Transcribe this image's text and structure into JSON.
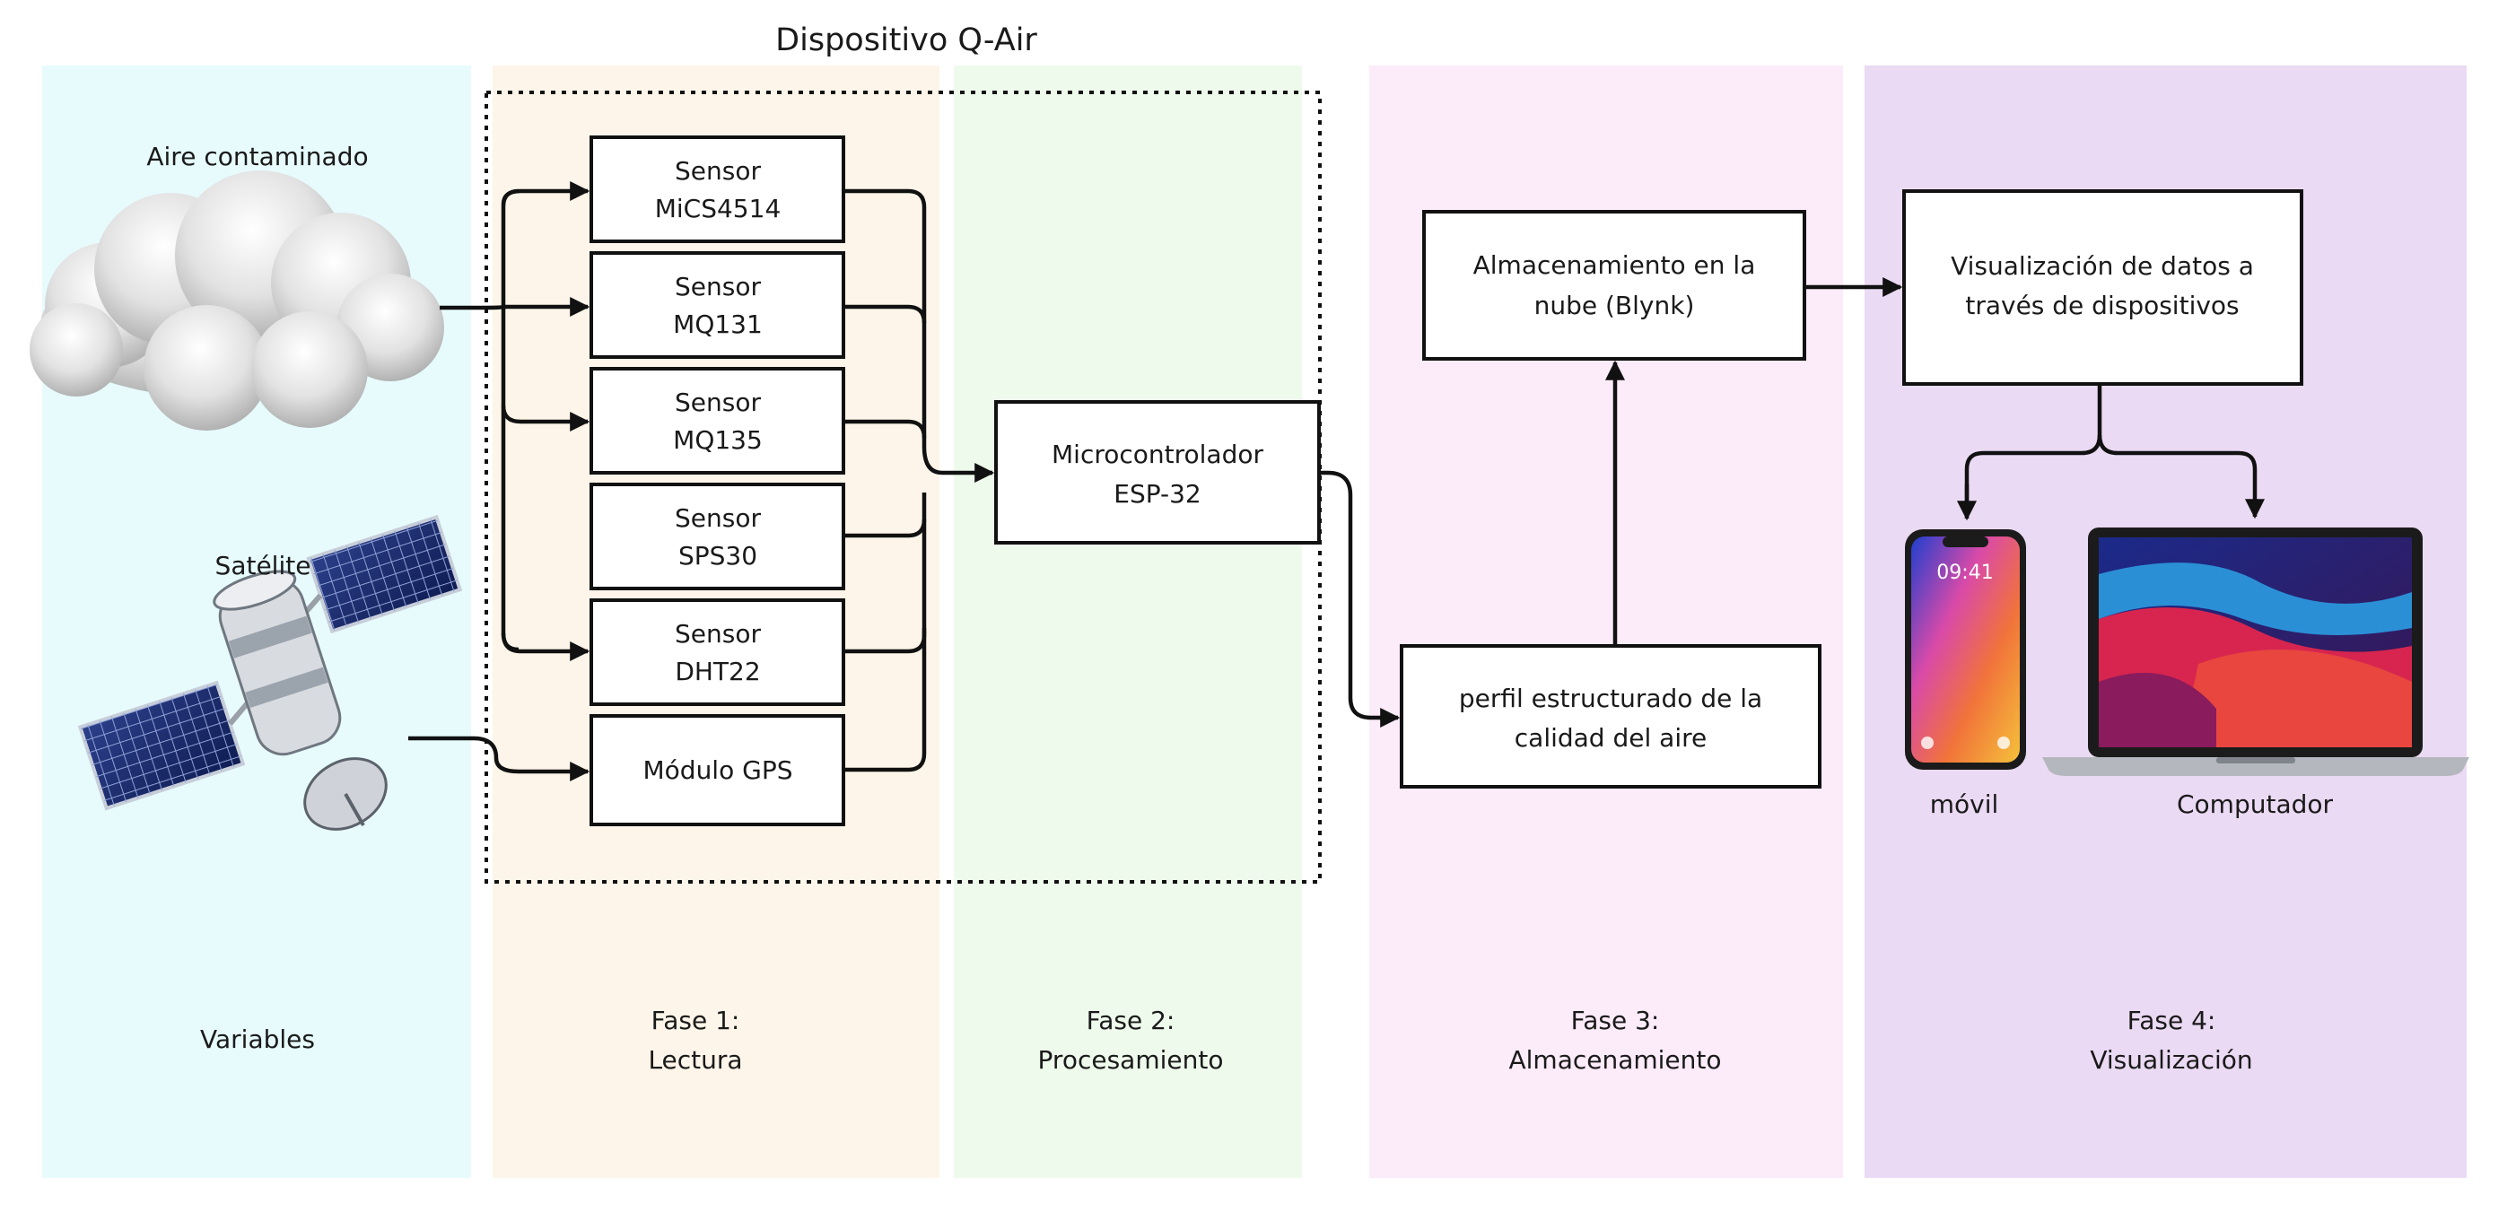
{
  "title": "Dispositivo Q-Air",
  "colors": {
    "variables": "#e7fbfd",
    "fase1": "#fdf5e9",
    "fase2": "#eefbec",
    "fase3": "#fcebf9",
    "fase4": "#ebdaf3"
  },
  "inputs": {
    "aire": "Aire contaminado",
    "satelite": "Satélite"
  },
  "sensors": [
    {
      "line1": "Sensor",
      "line2": "MiCS4514"
    },
    {
      "line1": "Sensor",
      "line2": "MQ131"
    },
    {
      "line1": "Sensor",
      "line2": "MQ135"
    },
    {
      "line1": "Sensor",
      "line2": "SPS30"
    },
    {
      "line1": "Sensor",
      "line2": "DHT22"
    }
  ],
  "gps": "Módulo GPS",
  "micro": {
    "line1": "Microcontrolador",
    "line2": "ESP-32"
  },
  "perfil": {
    "line1": "perfil estructurado de la",
    "line2": "calidad del aire"
  },
  "cloud": {
    "line1": "Almacenamiento en la",
    "line2": "nube (Blynk)"
  },
  "visual": {
    "line1": "Visualización de datos a",
    "line2": "través de dispositivos"
  },
  "devices": {
    "phone_label": "móvil",
    "phone_time": "09:41",
    "laptop_label": "Computador"
  },
  "phases": [
    {
      "line1": "Variables",
      "line2": ""
    },
    {
      "line1": "Fase 1:",
      "line2": "Lectura"
    },
    {
      "line1": "Fase 2:",
      "line2": "Procesamiento"
    },
    {
      "line1": "Fase 3:",
      "line2": "Almacenamiento"
    },
    {
      "line1": "Fase 4:",
      "line2": "Visualización"
    }
  ]
}
